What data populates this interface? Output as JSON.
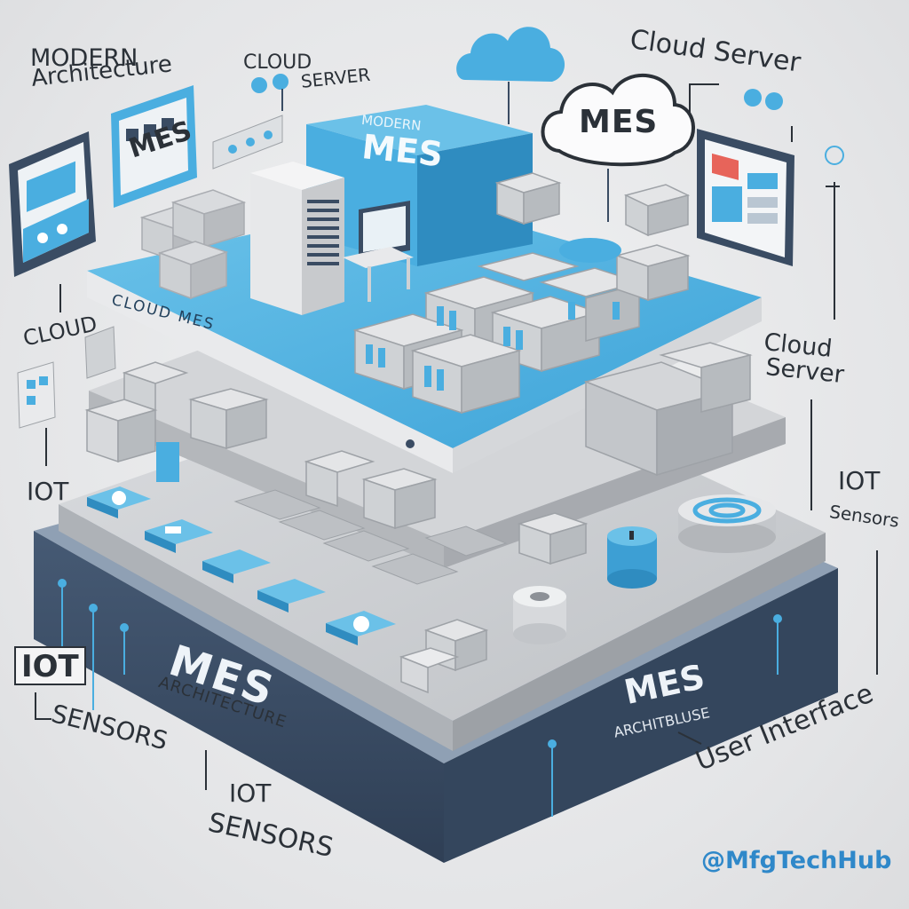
{
  "labels": {
    "modern_architecture_1": "MODERN",
    "modern_architecture_2": "Architecture",
    "cloud_server_small_1": "CLOUD",
    "cloud_server_small_2": "SERVER",
    "cloud_server_top": "Cloud Server",
    "mes_cloud": "MES",
    "modern_mes_small": "MODERN",
    "modern_mes_big": "MES",
    "mes_tablet": "MES",
    "cloud_mes": "CLOUD MES",
    "cloud_left": "CLOUD",
    "iot_left": "IOT",
    "cloud_server_right_1": "Cloud",
    "cloud_server_right_2": "Server",
    "iot_sensors_right_1": "IOT",
    "iot_sensors_right_2": "Sensors",
    "iot_box": "IOT",
    "sensors_left": "SENSORS",
    "mes_architecture_big": "MES",
    "mes_architecture_small": "ARCHITECTURE",
    "iot_sensors_bottom_1": "IOT",
    "iot_sensors_bottom_2": "SENSORS",
    "mes_right_big": "MES",
    "mes_right_small": "ARCHITBLUSE",
    "user_interface": "User Interface",
    "handle": "@MfgTechHub"
  },
  "colors": {
    "accent_blue": "#4aaee0",
    "dark_navy": "#3a4c63",
    "light_gray": "#c9cbce",
    "text_dark": "#2b3138",
    "handle_blue": "#2f88c9"
  }
}
